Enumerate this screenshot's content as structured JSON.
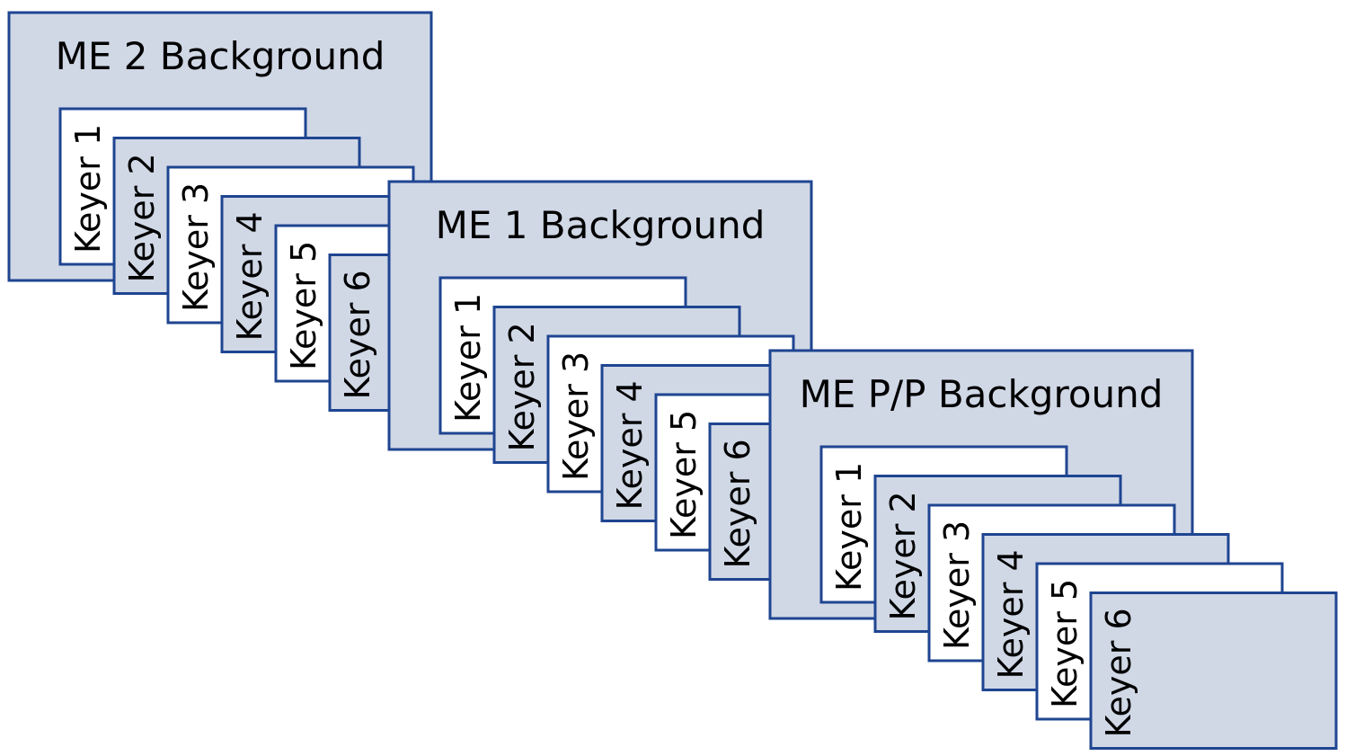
{
  "colors": {
    "stroke": "#1f4591",
    "background_fill": "#d0d8e6",
    "keyer_fill_odd": "#ffffff",
    "keyer_fill_even": "#d0d8e6",
    "text": "#000000"
  },
  "stacks": [
    {
      "title": "ME 2 Background",
      "keyers": [
        "Keyer 1",
        "Keyer 2",
        "Keyer 3",
        "Keyer 4",
        "Keyer 5",
        "Keyer 6"
      ]
    },
    {
      "title": "ME 1 Background",
      "keyers": [
        "Keyer 1",
        "Keyer 2",
        "Keyer 3",
        "Keyer 4",
        "Keyer 5",
        "Keyer 6"
      ]
    },
    {
      "title": "ME P/P Background",
      "keyers": [
        "Keyer 1",
        "Keyer 2",
        "Keyer 3",
        "Keyer 4",
        "Keyer 5",
        "Keyer 6"
      ]
    }
  ]
}
